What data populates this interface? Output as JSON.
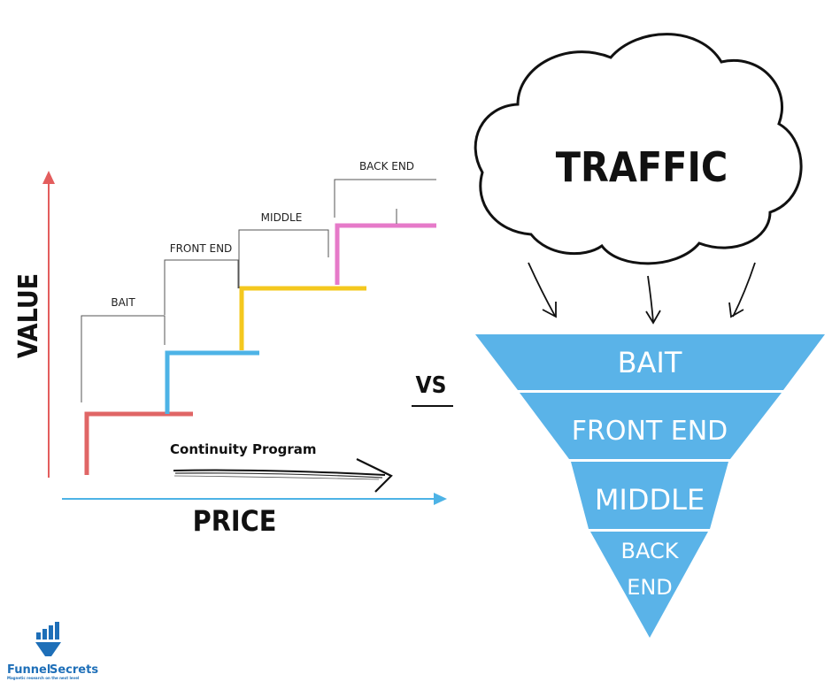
{
  "axes": {
    "y_label": "VALUE",
    "x_label": "PRICE",
    "y_color": "#e35d5d",
    "x_color": "#4db3e6"
  },
  "stages": [
    {
      "label": "BAIT",
      "color": "#e06666"
    },
    {
      "label": "FRONT END",
      "color": "#4db3e6"
    },
    {
      "label": "MIDDLE",
      "color": "#f4c81e"
    },
    {
      "label": "BACK END",
      "color": "#e67ac9"
    }
  ],
  "continuity": {
    "label": "Continuity Program"
  },
  "vs_label": "VS",
  "traffic": {
    "label": "TRAFFIC"
  },
  "funnel": {
    "color": "#5ab3e8",
    "layers": [
      {
        "line1": "BAIT",
        "line2": ""
      },
      {
        "line1": "FRONT END",
        "line2": ""
      },
      {
        "line1": "MIDDLE",
        "line2": ""
      },
      {
        "line1": "BACK",
        "line2": "END"
      }
    ]
  },
  "logo": {
    "brand_left": "Funnel",
    "brand_right": "Secrets",
    "tagline": "Magnetic research on the next level",
    "icon": "funnel-bars-icon",
    "color": "#1e6fb8"
  }
}
